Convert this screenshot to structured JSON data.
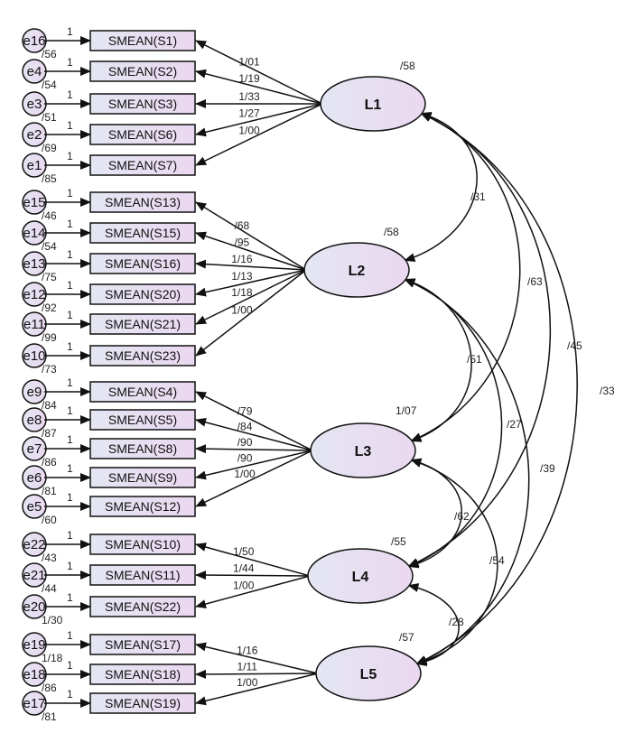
{
  "title": "SEM measurement model (AMOS path diagram)",
  "colors": {
    "stroke": "#111111",
    "fill_start": "#e4e6f2",
    "fill_end": "#ead8f0"
  },
  "latents": [
    {
      "id": "L1",
      "label": "L1",
      "variance": "/58"
    },
    {
      "id": "L2",
      "label": "L2",
      "variance": "/58"
    },
    {
      "id": "L3",
      "label": "L3",
      "variance": "1/07"
    },
    {
      "id": "L4",
      "label": "L4",
      "variance": "/55"
    },
    {
      "id": "L5",
      "label": "L5",
      "variance": "/57"
    }
  ],
  "indicators": [
    {
      "label": "SMEAN(S1)",
      "factor": "L1",
      "loading": "1/01",
      "error": "e16",
      "error_var": "/56",
      "fix": "1"
    },
    {
      "label": "SMEAN(S2)",
      "factor": "L1",
      "loading": "1/19",
      "error": "e4",
      "error_var": "/54",
      "fix": "1"
    },
    {
      "label": "SMEAN(S3)",
      "factor": "L1",
      "loading": "1/33",
      "error": "e3",
      "error_var": "/51",
      "fix": "1"
    },
    {
      "label": "SMEAN(S6)",
      "factor": "L1",
      "loading": "1/27",
      "error": "e2",
      "error_var": "/69",
      "fix": "1"
    },
    {
      "label": "SMEAN(S7)",
      "factor": "L1",
      "loading": "1/00",
      "error": "e1",
      "error_var": "/85",
      "fix": "1"
    },
    {
      "label": "SMEAN(S13)",
      "factor": "L2",
      "loading": "/68",
      "error": "e15",
      "error_var": "/46",
      "fix": "1"
    },
    {
      "label": "SMEAN(S15)",
      "factor": "L2",
      "loading": "/95",
      "error": "e14",
      "error_var": "/54",
      "fix": "1"
    },
    {
      "label": "SMEAN(S16)",
      "factor": "L2",
      "loading": "1/16",
      "error": "e13",
      "error_var": "/75",
      "fix": "1"
    },
    {
      "label": "SMEAN(S20)",
      "factor": "L2",
      "loading": "1/13",
      "error": "e12",
      "error_var": "/92",
      "fix": "1"
    },
    {
      "label": "SMEAN(S21)",
      "factor": "L2",
      "loading": "1/18",
      "error": "e11",
      "error_var": "/99",
      "fix": "1"
    },
    {
      "label": "SMEAN(S23)",
      "factor": "L2",
      "loading": "1/00",
      "error": "e10",
      "error_var": "/73",
      "fix": "1"
    },
    {
      "label": "SMEAN(S4)",
      "factor": "L3",
      "loading": "/79",
      "error": "e9",
      "error_var": "/84",
      "fix": "1"
    },
    {
      "label": "SMEAN(S5)",
      "factor": "L3",
      "loading": "/84",
      "error": "e8",
      "error_var": "/87",
      "fix": "1"
    },
    {
      "label": "SMEAN(S8)",
      "factor": "L3",
      "loading": "/90",
      "error": "e7",
      "error_var": "/86",
      "fix": "1"
    },
    {
      "label": "SMEAN(S9)",
      "factor": "L3",
      "loading": "/90",
      "error": "e6",
      "error_var": "/81",
      "fix": "1"
    },
    {
      "label": "SMEAN(S12)",
      "factor": "L3",
      "loading": "1/00",
      "error": "e5",
      "error_var": "/60",
      "fix": "1"
    },
    {
      "label": "SMEAN(S10)",
      "factor": "L4",
      "loading": "1/50",
      "error": "e22",
      "error_var": "/43",
      "fix": "1"
    },
    {
      "label": "SMEAN(S11)",
      "factor": "L4",
      "loading": "1/44",
      "error": "e21",
      "error_var": "/44",
      "fix": "1"
    },
    {
      "label": "SMEAN(S22)",
      "factor": "L4",
      "loading": "1/00",
      "error": "e20",
      "error_var": "1/30",
      "fix": "1"
    },
    {
      "label": "SMEAN(S17)",
      "factor": "L5",
      "loading": "1/16",
      "error": "e19",
      "error_var": "1/18",
      "fix": "1"
    },
    {
      "label": "SMEAN(S18)",
      "factor": "L5",
      "loading": "1/11",
      "error": "e18",
      "error_var": "/86",
      "fix": "1"
    },
    {
      "label": "SMEAN(S19)",
      "factor": "L5",
      "loading": "1/00",
      "error": "e17",
      "error_var": "/81",
      "fix": "1"
    }
  ],
  "covariances": [
    {
      "from": "L1",
      "to": "L2",
      "value": "/31"
    },
    {
      "from": "L1",
      "to": "L3",
      "value": "/63"
    },
    {
      "from": "L1",
      "to": "L4",
      "value": "/45"
    },
    {
      "from": "L1",
      "to": "L5",
      "value": "/33"
    },
    {
      "from": "L2",
      "to": "L3",
      "value": "/51"
    },
    {
      "from": "L2",
      "to": "L4",
      "value": "/27"
    },
    {
      "from": "L2",
      "to": "L5",
      "value": "/39"
    },
    {
      "from": "L3",
      "to": "L4",
      "value": "/62"
    },
    {
      "from": "L3",
      "to": "L5",
      "value": "/54"
    },
    {
      "from": "L4",
      "to": "L5",
      "value": "/28"
    }
  ]
}
